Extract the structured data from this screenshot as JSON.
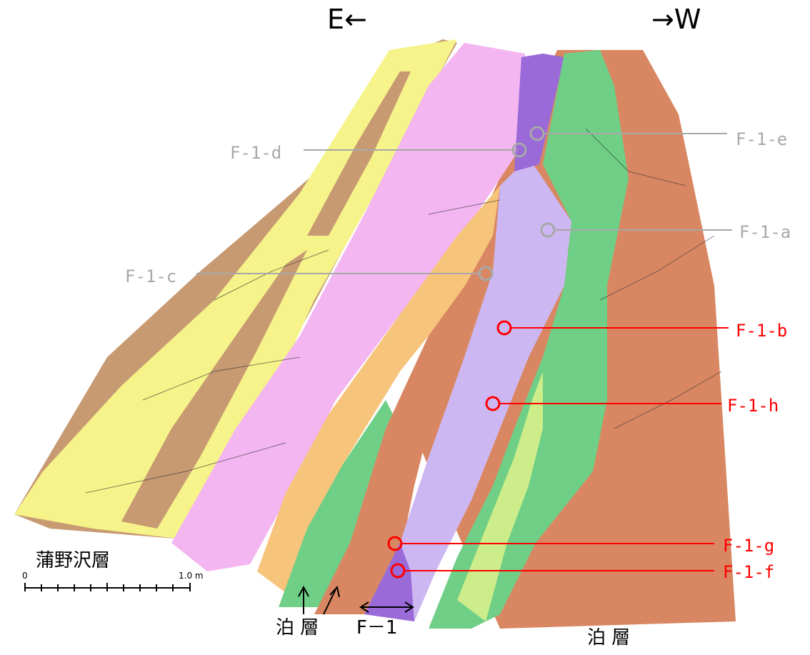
{
  "directions": {
    "east": "E←",
    "west": "→W"
  },
  "sample_points": [
    {
      "id": "F-1-e",
      "status": "gray"
    },
    {
      "id": "F-1-d",
      "status": "gray"
    },
    {
      "id": "F-1-a",
      "status": "gray"
    },
    {
      "id": "F-1-c",
      "status": "gray"
    },
    {
      "id": "F-1-b",
      "status": "red"
    },
    {
      "id": "F-1-h",
      "status": "red"
    },
    {
      "id": "F-1-g",
      "status": "red"
    },
    {
      "id": "F-1-f",
      "status": "red"
    }
  ],
  "formations": {
    "kamanosawa": "蒲野沢層",
    "tomari_bottom_left": "泊 層",
    "tomari_bottom_right": "泊 層",
    "fault": "F－1"
  },
  "scale": {
    "zero": "0",
    "max": "1.0 m"
  },
  "colors": {
    "yellow": "#f6f38a",
    "brown": "#c79a72",
    "pink": "#f3b6f1",
    "orange": "#f7c47c",
    "salmon": "#d98762",
    "purple": "#cdb7f2",
    "dark_purple": "#9a6ad8",
    "green": "#6fcf86",
    "lime": "#cdec8a",
    "gray_marker": "#a8a8a8",
    "red_marker": "#ff0000"
  }
}
